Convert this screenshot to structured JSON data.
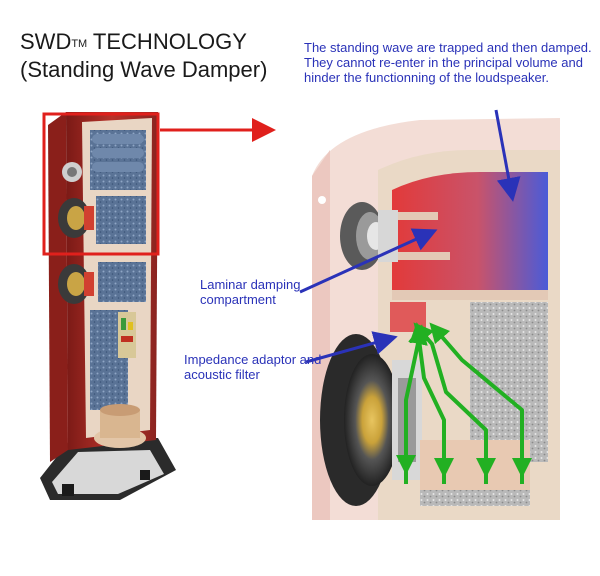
{
  "title": {
    "line1_main": "SWD",
    "line1_sup": "TM",
    "line1_rest": " TECHNOLOGY",
    "line2": "(Standing Wave Damper)"
  },
  "annotations": {
    "standing_wave": "The standing wave are trapped and then damped. They cannot re-enter in the principal volume and hinder the functionning of the loudspeaker.",
    "laminar": "Laminar damping compartment",
    "impedance": "Impedance adaptor and acoustic filter"
  },
  "colors": {
    "annotation_text": "#2a32b8",
    "highlight_box": "#e0201c",
    "airflow_arrows": "#22b022",
    "cabinet_red": "#b8322a",
    "foam_blue": "#3f5f8a"
  }
}
